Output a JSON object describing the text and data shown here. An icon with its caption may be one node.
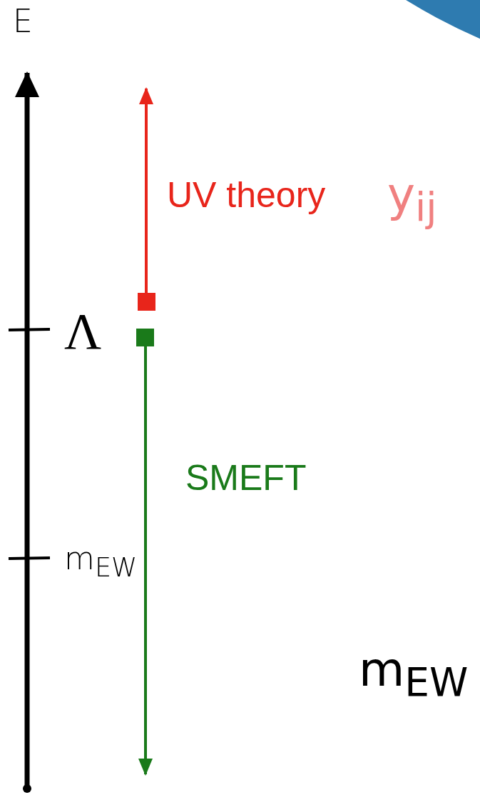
{
  "diagram": {
    "labels": [
      "E",
      "UV theory",
      "y$_{ij}$",
      "Λ",
      "SMEFT",
      "m$_{EW}$",
      "m$_{EW}$"
    ]
  }
}
